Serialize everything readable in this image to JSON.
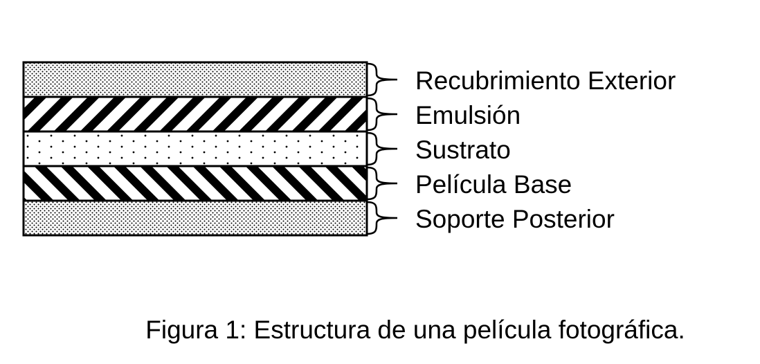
{
  "diagram": {
    "layers": [
      {
        "label": "Recubrimiento Exterior",
        "pattern": "dense-dots"
      },
      {
        "label": "Emulsión",
        "pattern": "forward-hatch"
      },
      {
        "label": "Sustrato",
        "pattern": "sparse-dots"
      },
      {
        "label": "Película Base",
        "pattern": "back-hatch"
      },
      {
        "label": "Soporte Posterior",
        "pattern": "dense-dots"
      }
    ],
    "caption": "Figura 1: Estructura de una película fotográfica.",
    "colors": {
      "ink": "#000000",
      "background": "#ffffff"
    }
  }
}
